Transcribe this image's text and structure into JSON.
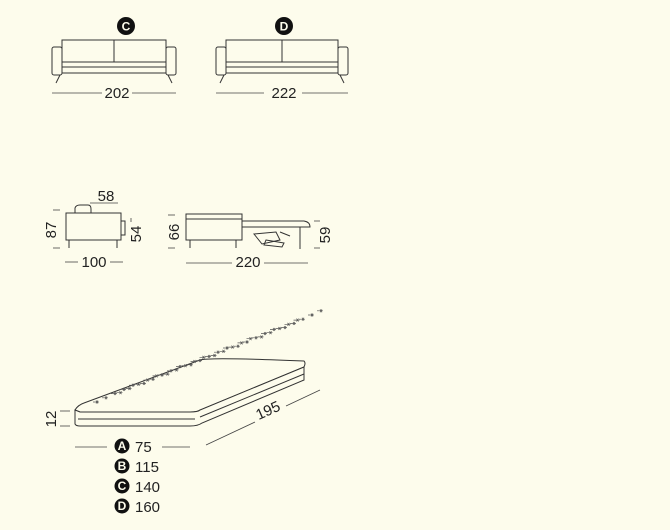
{
  "sofa_c": {
    "badge": "C",
    "width": "202"
  },
  "sofa_d": {
    "badge": "D",
    "width": "222"
  },
  "side_view": {
    "depth": "100",
    "seat_depth": "58",
    "height": "87",
    "seat_height": "54"
  },
  "open_view": {
    "length": "220",
    "height": "66",
    "bed_height": "59"
  },
  "mattress": {
    "length": "195",
    "thickness": "12",
    "widths": [
      {
        "badge": "A",
        "value": "75"
      },
      {
        "badge": "B",
        "value": "115"
      },
      {
        "badge": "C",
        "value": "140"
      },
      {
        "badge": "D",
        "value": "160"
      }
    ]
  },
  "colors": {
    "background": "#fdfcec",
    "line": "#333333",
    "badge": "#111111"
  }
}
